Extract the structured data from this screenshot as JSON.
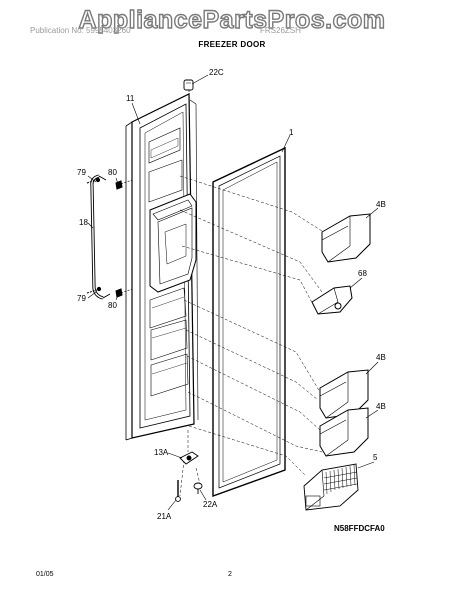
{
  "watermark": "AppliancePartsPros.com",
  "header": {
    "publication": "Publication No: 5995403260",
    "model": "FRS26ZSH",
    "title": "FREEZER DOOR"
  },
  "callouts": {
    "door_pan": "11",
    "door_gasket": "1",
    "top_hinge_cap": "22C",
    "handle": "18",
    "handle_screw_upper": "79",
    "handle_screw_lower": "79",
    "handle_mount_upper": "80",
    "handle_mount_lower": "80",
    "door_bin_upper": "4B",
    "door_bin_middle": "4B",
    "door_bin_lower": "4B",
    "small_bin": "68",
    "ice_bucket_basket": "5",
    "bottom_hinge_bracket": "13A",
    "hinge_screw": "21A",
    "bottom_hinge_cap": "22A"
  },
  "diagram_code": "N58FFDCFA0",
  "footer": {
    "date": "01/05",
    "page": "2"
  }
}
